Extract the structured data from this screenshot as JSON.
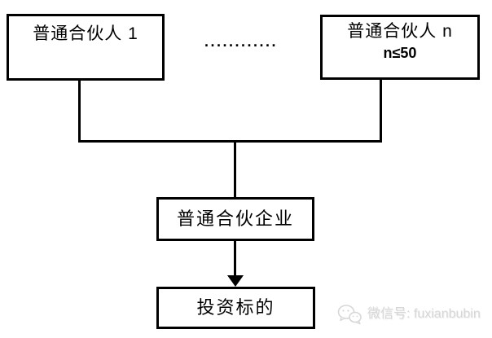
{
  "diagram": {
    "boxes": {
      "gp1": {
        "label": "普通合伙人 1"
      },
      "gpn": {
        "label": "普通合伙人 n",
        "sublabel": "n≤50"
      },
      "enterprise": {
        "label": "普通合伙企业"
      },
      "target": {
        "label": "投资标的"
      }
    },
    "dots": "............",
    "colors": {
      "line": "#000000",
      "background": "#ffffff",
      "watermark": "#d7d7d7"
    }
  },
  "watermark": {
    "icon": "wechat-icon",
    "text": "微信号: fuxianbubin"
  }
}
